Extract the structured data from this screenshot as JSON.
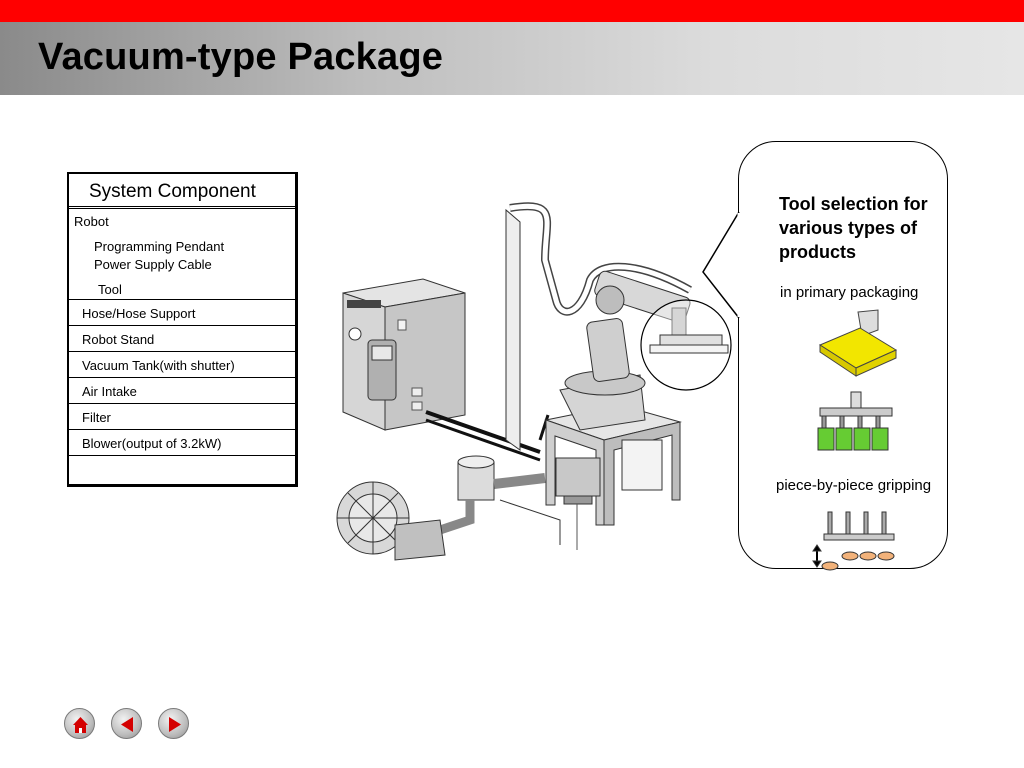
{
  "slide": {
    "title": "Vacuum-type Package"
  },
  "component_table": {
    "header": "System Component",
    "robot_label": "Robot",
    "robot_subitems": [
      "Programming Pendant",
      "Power Supply Cable",
      "Tool"
    ],
    "rows": [
      "Hose/Hose Support",
      "Robot Stand",
      "Vacuum Tank(with shutter)",
      "Air Intake",
      "Filter",
      "Blower(output of 3.2kW)"
    ]
  },
  "callout": {
    "title": "Tool selection for various types of products",
    "subtitle_primary": "in primary packaging",
    "subtitle_gripping": "piece-by-piece gripping"
  },
  "navigation": {
    "icons": [
      "home-icon",
      "back-arrow-icon",
      "forward-arrow-icon"
    ]
  },
  "colors": {
    "top_bar": "#ff0000",
    "title_band_dark": "#8a8a8a",
    "title_band_light": "#e6e6e6",
    "nav_arrow": "#d40000",
    "tool_yellow": "#f2e600",
    "tool_green": "#66cc33",
    "tool_orange": "#f2b27a"
  }
}
